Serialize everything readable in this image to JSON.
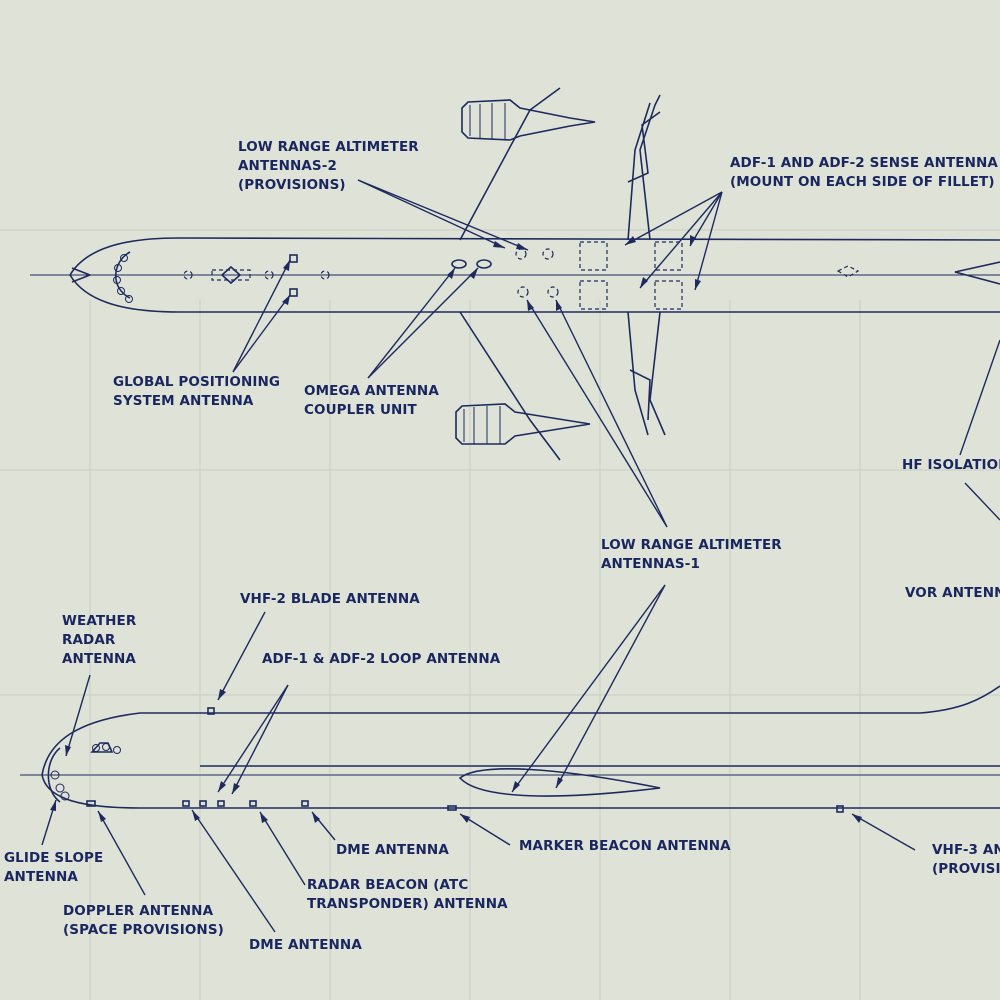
{
  "colors": {
    "paper": "#dfe3d7",
    "ink": "#1e2a5e"
  },
  "labels": {
    "low_range_altimeter_2": "LOW RANGE ALTIMETER\nANTENNAS-2\n(PROVISIONS)",
    "adf_sense": "ADF-1 AND ADF-2 SENSE ANTENNA\n(MOUNT ON EACH SIDE OF FILLET)",
    "gps": "GLOBAL POSITIONING\nSYSTEM ANTENNA",
    "omega": "OMEGA ANTENNA\nCOUPLER UNIT",
    "hf_isolation": "HF ISOLATION",
    "low_range_altimeter_1": "LOW RANGE ALTIMETER\nANTENNAS-1",
    "vor": "VOR ANTENN",
    "vhf2_blade": "VHF-2 BLADE ANTENNA",
    "weather_radar": "WEATHER\nRADAR\nANTENNA",
    "adf_loop": "ADF-1 & ADF-2 LOOP ANTENNA",
    "glide_slope": "GLIDE SLOPE\nANTENNA",
    "doppler": "DOPPLER ANTENNA\n(SPACE PROVISIONS)",
    "dme_lower": "DME ANTENNA",
    "dme_upper": "DME ANTENNA",
    "radar_beacon": "RADAR BEACON (ATC\nTRANSPONDER) ANTENNA",
    "marker_beacon": "MARKER BEACON ANTENNA",
    "vhf3": "VHF-3 AN\n(PROVISIO"
  }
}
